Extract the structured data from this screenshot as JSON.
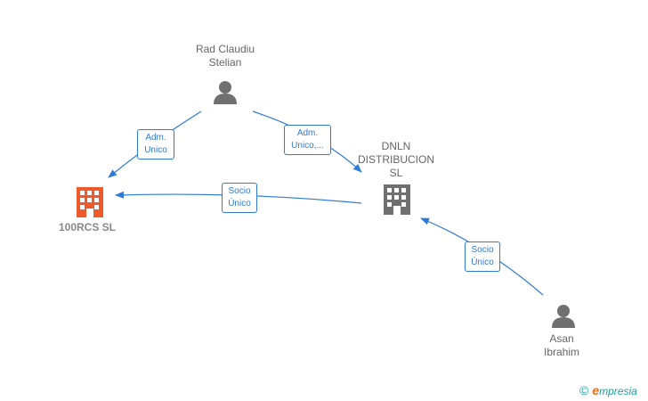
{
  "nodes": {
    "rad": {
      "label": "Rad Claudiu\nStelian",
      "icon": "person-icon",
      "color": "#707070"
    },
    "dnln": {
      "label": "DNLN\nDISTRIBUCION\nSL",
      "icon": "building-icon",
      "color": "#707070"
    },
    "rcs": {
      "label": "100RCS  SL",
      "icon": "building-icon",
      "color": "#ef5a2a"
    },
    "asan": {
      "label": "Asan\nIbrahim",
      "icon": "person-icon",
      "color": "#707070"
    }
  },
  "edges": {
    "rad_rcs": {
      "label": "Adm.\nUnico"
    },
    "rad_dnln": {
      "label": "Adm.\nUnico,..."
    },
    "dnln_rcs": {
      "label": "Socio\nÚnico"
    },
    "asan_dnln": {
      "label": "Socio\nÚnico"
    }
  },
  "edge_color": "#2f7bd6",
  "brand": {
    "copyright": "©",
    "initial": "e",
    "name": "mpresia"
  }
}
